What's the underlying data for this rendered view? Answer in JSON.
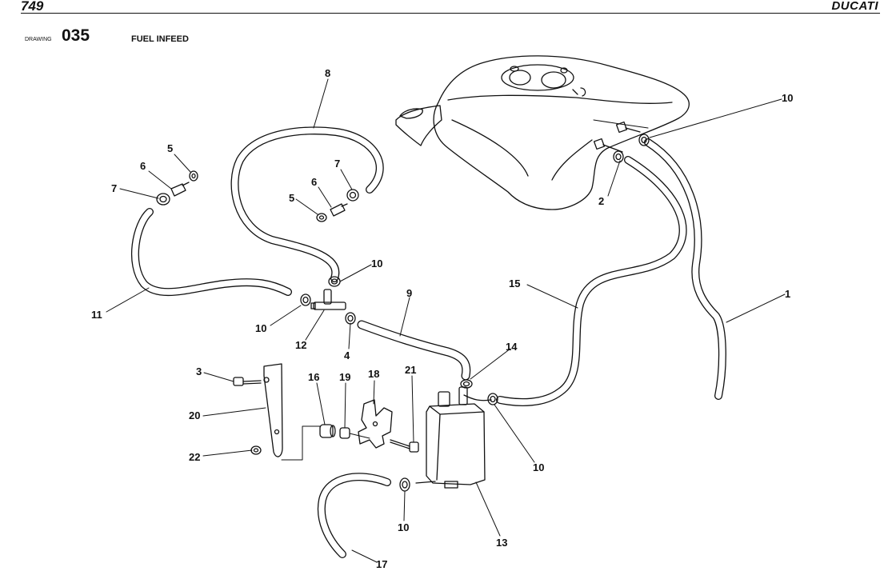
{
  "header": {
    "model": "749",
    "brand": "DUCATI"
  },
  "drawing": {
    "label": "DRAWING",
    "number": "035",
    "title": "FUEL INFEED"
  },
  "callouts": {
    "c8": "8",
    "c10a": "10",
    "c5a": "5",
    "c6a": "6",
    "c7a": "7",
    "c5b": "5",
    "c6b": "6",
    "c7b": "7",
    "c2": "2",
    "c10b": "10",
    "c15": "15",
    "c1": "1",
    "c11": "11",
    "c10c": "10",
    "c12": "12",
    "c4": "4",
    "c9": "9",
    "c14": "14",
    "c3": "3",
    "c16": "16",
    "c19": "19",
    "c18": "18",
    "c21": "21",
    "c20": "20",
    "c22": "22",
    "c10d": "10",
    "c10e": "10",
    "c13": "13",
    "c17": "17"
  }
}
